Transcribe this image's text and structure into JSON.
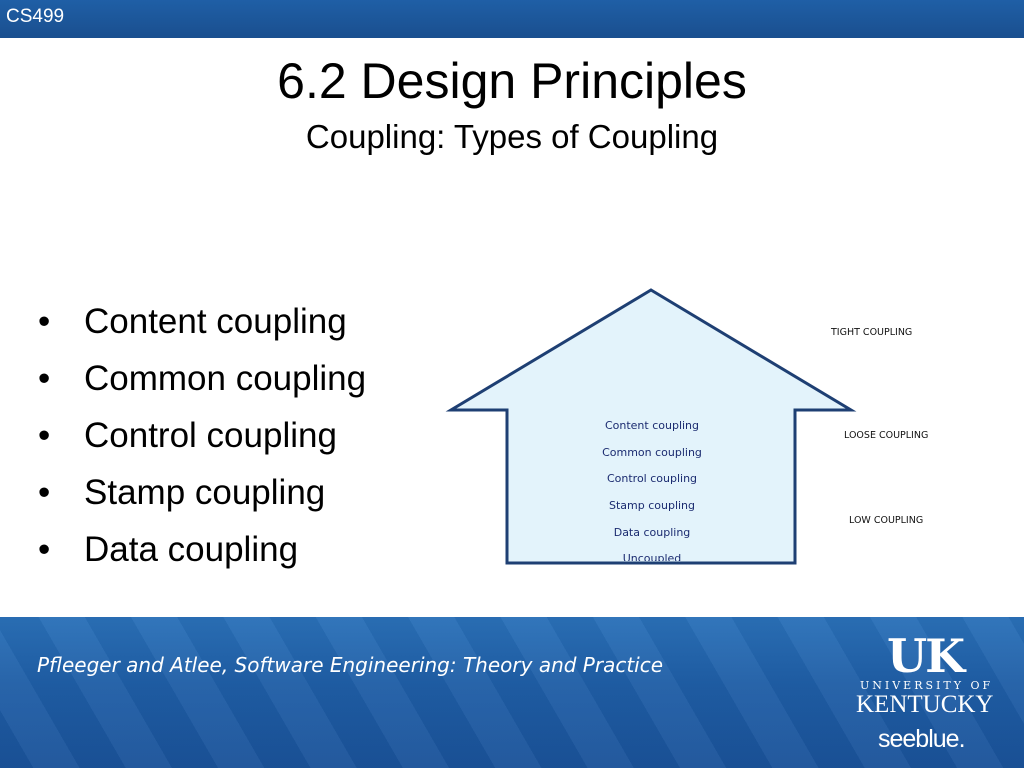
{
  "header": {
    "course_code": "CS499"
  },
  "slide": {
    "title": "6.2 Design Principles",
    "subtitle": "Coupling: Types of Coupling",
    "bullets": [
      "Content coupling",
      "Common coupling",
      "Control coupling",
      "Stamp coupling",
      "Data coupling"
    ]
  },
  "diagram": {
    "house_items": [
      "Content coupling",
      "Common coupling",
      "Control coupling",
      "Stamp coupling",
      "Data coupling",
      "Uncoupled"
    ],
    "levels": [
      "TIGHT COUPLING",
      "LOOSE COUPLING",
      "LOW COUPLING"
    ]
  },
  "footer": {
    "citation": "Pfleeger and Atlee, Software Engineering: Theory and Practice",
    "logo_uk": "UK",
    "logo_university": "UNIVERSITY OF",
    "logo_kentucky": "KENTUCKY",
    "logo_seeblue": "seeblue."
  },
  "colors": {
    "brand_blue": "#1f5ea6",
    "house_fill": "#e3f3fb",
    "house_stroke": "#1e3f73"
  }
}
